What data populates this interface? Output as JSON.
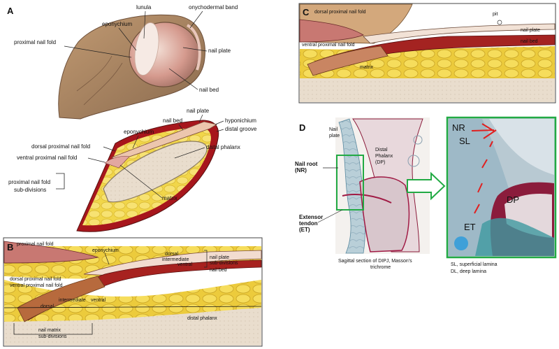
{
  "panelA": {
    "letter": "A",
    "labels": {
      "lunula": "lunula",
      "onychodermal_band": "onychodermal band",
      "eponychium": "eponychium",
      "proximal_nail_fold": "proximal nail fold",
      "nail_plate": "nail plate",
      "nail_bed": "nail bed"
    },
    "section": {
      "nail_plate": "nail plate",
      "nail_bed": "nail bed",
      "hyponichium": "hyponichium",
      "distal_groove": "distal groove",
      "eponychium": "eponychium",
      "dorsal_proximal_nail_fold": "dorsal proximal nail fold",
      "ventral_proximal_nail_fold": "ventral proximal nail fold",
      "distal_phalanx": "distal phalanx",
      "pnf_subdivisions_1": "proximal nail fold",
      "pnf_subdivisions_2": "sub-divisions",
      "matrix": "matrix"
    }
  },
  "panelB": {
    "letter": "B",
    "proximal_nail_fold": "proximal nail fold",
    "eponychium": "eponychium",
    "dorsal": "dorsal",
    "intermediate": "intermediate",
    "ventral": "ventral",
    "nail_plate": "nail plate",
    "sub_divisions": "sub-divisions",
    "nail_bed": "nail bed",
    "dorsal_pnf": "dorsal proximal nail fold",
    "ventral_pnf": "ventral proximal nail fold",
    "matrix_dorsal": "dorsal",
    "matrix_intermediate": "intermediate",
    "matrix_ventral": "ventral",
    "distal_phalanx": "distal phalanx",
    "nail_matrix_1": "nail matrix",
    "nail_matrix_2": "sub-divisions"
  },
  "panelC": {
    "letter": "C",
    "dorsal_pnf": "dorsal proximal nail fold",
    "pit": "pit",
    "nail_plate": "nail plate",
    "ventral_pnf": "ventral proximal nail fold",
    "nail_bed": "nail bed",
    "matrix": "matrix"
  },
  "panelD": {
    "letter": "D",
    "nail_plate_1": "Nail",
    "nail_plate_2": "plate",
    "distal_phalanx_1": "Distal",
    "distal_phalanx_2": "Phalanx",
    "distal_phalanx_3": "(DP)",
    "nail_root_1": "Nail root",
    "nail_root_2": "(NR)",
    "extensor_1": "Extensor",
    "extensor_2": "tendon",
    "extensor_3": "(ET)",
    "caption_1": "Sagittal section of DIPJ, Masson's",
    "caption_2": "trichrome",
    "zoom_NR": "NR",
    "zoom_SL": "SL",
    "zoom_DP": "DP",
    "zoom_ET": "ET",
    "legend_SL": "SL, superficial lamina",
    "legend_DL": "DL, deep lamina",
    "highlight_color": "#22aa44",
    "arrow_color": "#e02020"
  }
}
